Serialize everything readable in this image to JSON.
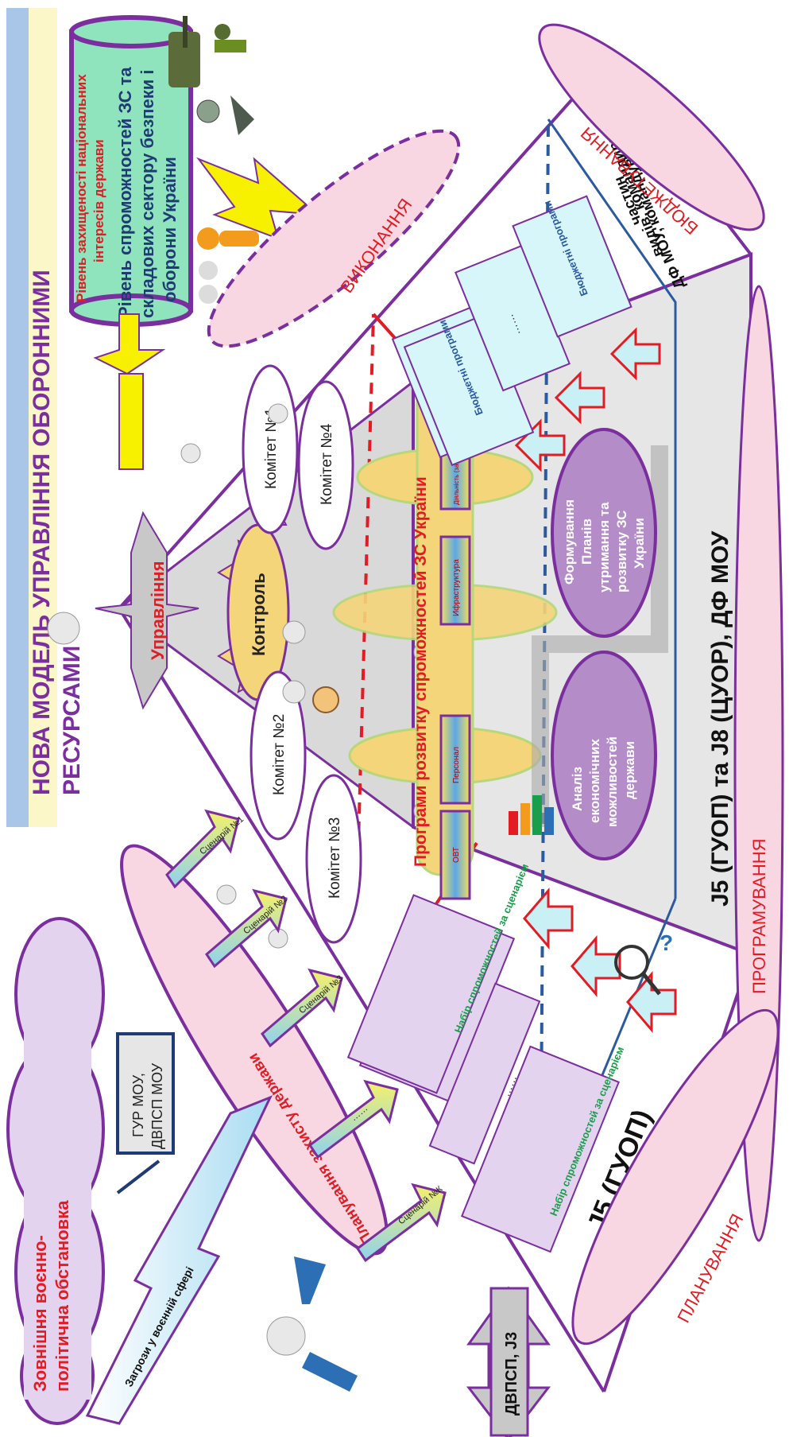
{
  "title": {
    "line1": "НОВА МОДЕЛЬ УПРАВЛІННЯ ОБОРОННИМИ",
    "line2": "РЕСУРСАМИ"
  },
  "goal": {
    "red_line1": "Рівень захищеності національних",
    "red_line2": "інтересів держави",
    "blue_line1": "Рівень спроможностей ЗС та",
    "blue_line2": "складових сектору безпеки і",
    "blue_line3": "оборони України"
  },
  "environment": {
    "cloud_line1": "Зовнішня воєнно-",
    "cloud_line2": "політична обстановка",
    "intel_line1": "ГУР МОУ,",
    "intel_line2": "ДВПСП МОУ",
    "threats": "Загрози у воєнній сфері"
  },
  "management": {
    "upravlinnia": "Управління",
    "kontrol": "Контроль",
    "committees": [
      "Комітет №1",
      "Комітет №2",
      "Комітет №3",
      "Комітет №4"
    ]
  },
  "planning": {
    "ellipse": "Планування захисту держави",
    "scenarios": [
      "Сценарій №1",
      "Сценарій №2",
      "Сценарій №3",
      "……",
      "Сценарій №К"
    ],
    "capability_set": "Набір спроможностей за сценарієм",
    "dots": "……",
    "j5": "J5 (ГУОП)",
    "phase": "ПЛАНУВАННЯ"
  },
  "programs": {
    "header": "Програми розвитку спроможностей ЗС України",
    "areas": [
      "ОВТ",
      "Персонал",
      "Ифраструктура",
      "Діяльність (застосування)"
    ],
    "analysis_line1": "Аналіз",
    "analysis_line2": "економічних",
    "analysis_line3": "можливостей",
    "analysis_line4": "держави",
    "forming_line1": "Формування",
    "forming_line2": "Планів",
    "forming_line3": "утримання та",
    "forming_line4": "розвитку ЗС",
    "forming_line5": "України",
    "j5j8": "J5 (ГУОП) та J8 (ЦУОР), ДФ МОУ",
    "phase": "ПРОГРАМУВАННЯ"
  },
  "budgeting": {
    "execution": "ВИКОНАННЯ",
    "budget_programs": "Бюджетні програми",
    "dots": "……",
    "df_line1": "ДФ МОУ, командування",
    "df_line2": "видів, командири",
    "df_line3": "частин",
    "phase": "БЮДЖЕТУВАННЯ"
  },
  "bottom": {
    "dvpsp": "ДВПСП, J3"
  },
  "colors": {
    "purple": "#7b2f9e",
    "red": "#e31b23",
    "pink": "#f8d7e2",
    "lavender": "#e3d3ef",
    "teal": "#8fe3bd",
    "yellow": "#f7f100",
    "blue": "#2c5aa0",
    "gray": "#bcbcbc"
  }
}
